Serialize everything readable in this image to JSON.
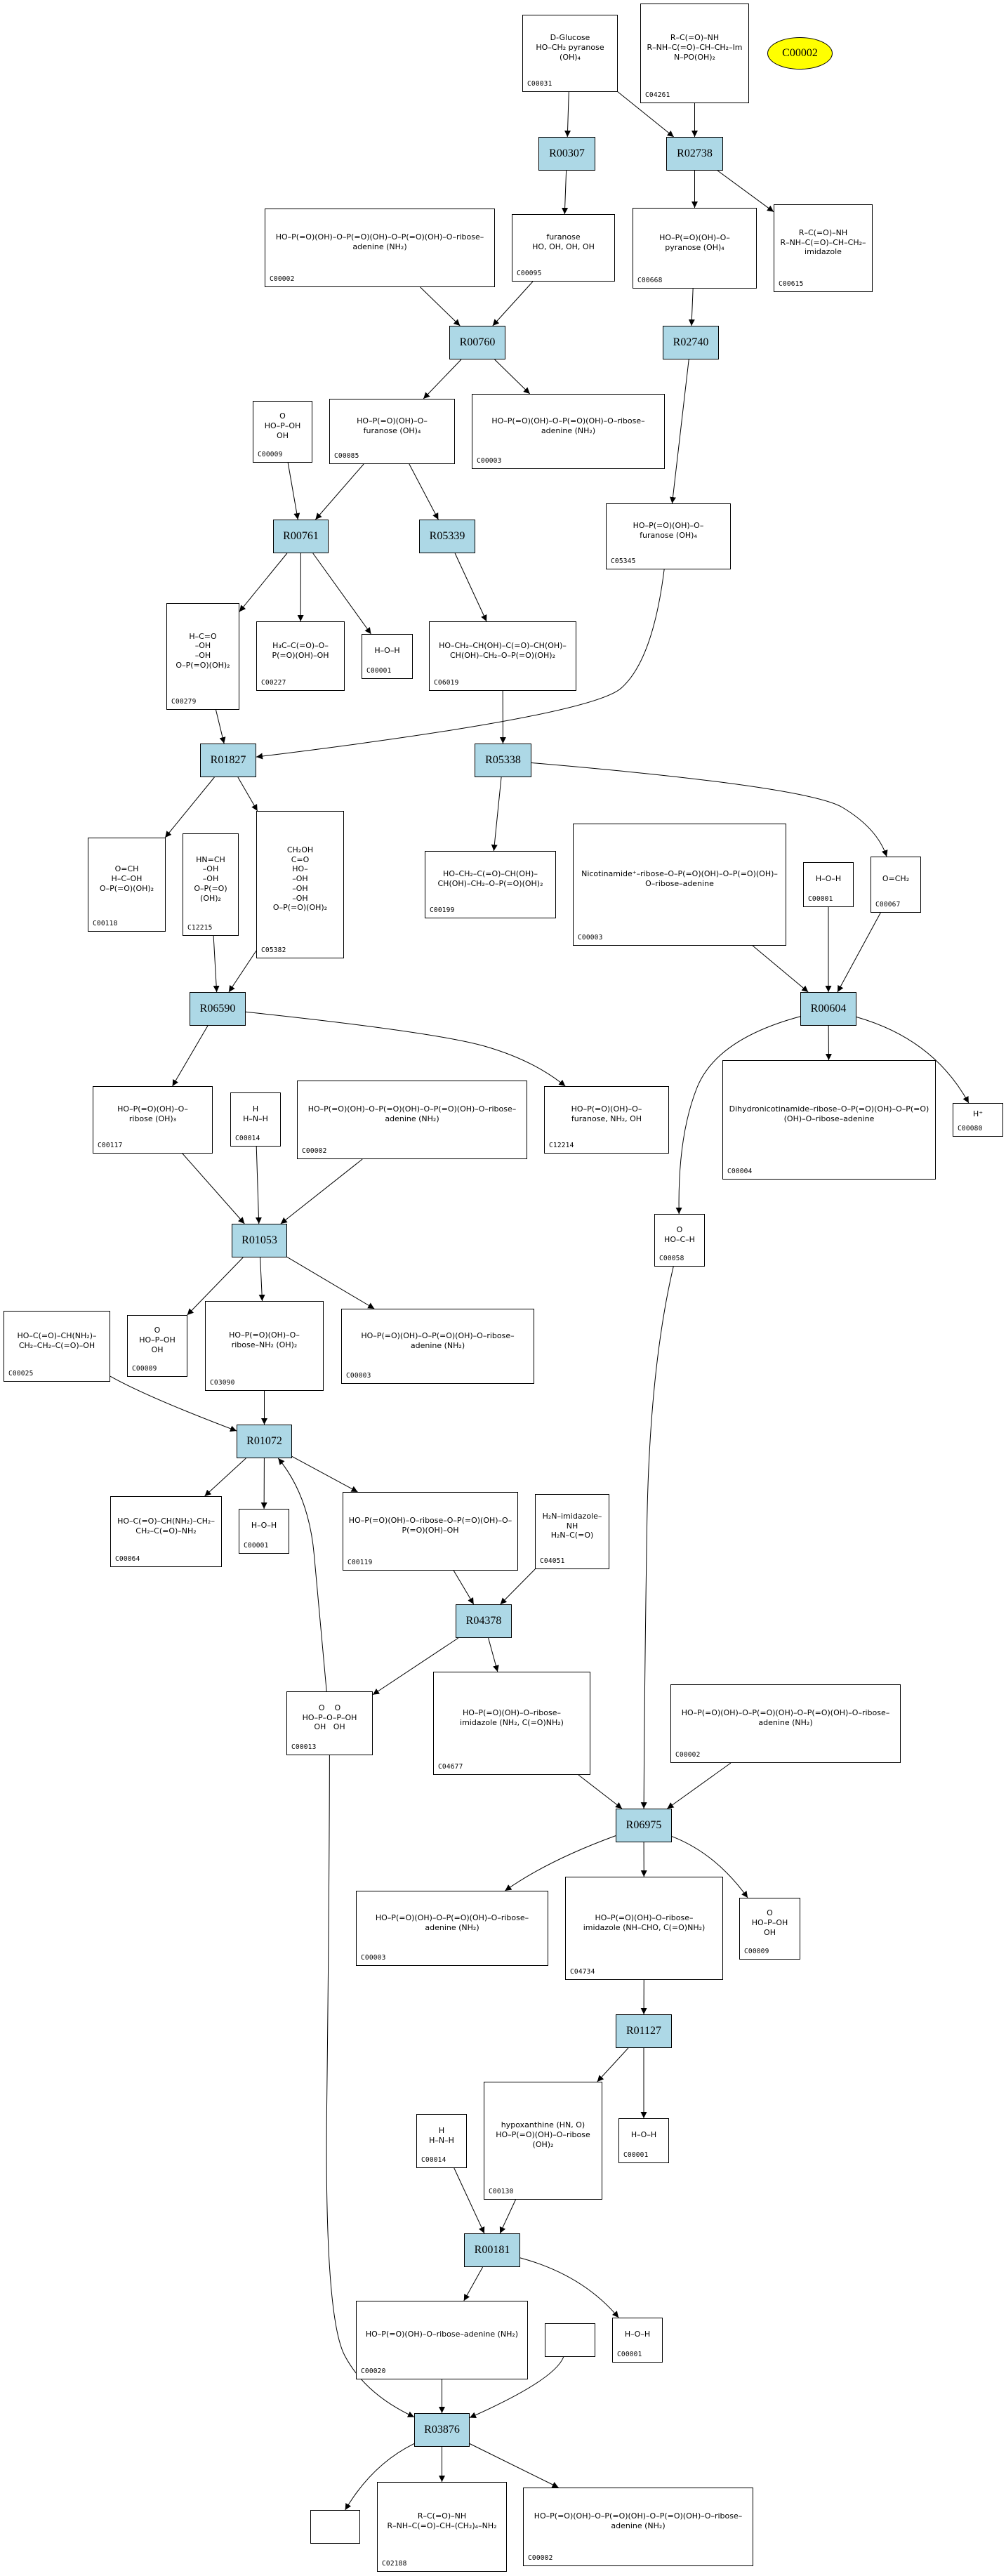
{
  "title": "Metabolic pathway graph",
  "legend_node": {
    "label": "C00002",
    "color": "#ffff00"
  },
  "colors": {
    "reaction_fill": "#add8e6",
    "compound_fill": "#ffffff",
    "highlight_fill": "#ffff00",
    "stroke": "#000000"
  },
  "reactions": [
    {
      "id": "R00307",
      "label": "R00307"
    },
    {
      "id": "R02738",
      "label": "R02738"
    },
    {
      "id": "R00760",
      "label": "R00760"
    },
    {
      "id": "R02740",
      "label": "R02740"
    },
    {
      "id": "R00761",
      "label": "R00761"
    },
    {
      "id": "R05339",
      "label": "R05339"
    },
    {
      "id": "R01827",
      "label": "R01827"
    },
    {
      "id": "R05338",
      "label": "R05338"
    },
    {
      "id": "R06590",
      "label": "R06590"
    },
    {
      "id": "R00604",
      "label": "R00604"
    },
    {
      "id": "R01053",
      "label": "R01053"
    },
    {
      "id": "R01072",
      "label": "R01072"
    },
    {
      "id": "R04378",
      "label": "R04378"
    },
    {
      "id": "R06975",
      "label": "R06975"
    },
    {
      "id": "R01127",
      "label": "R01127"
    },
    {
      "id": "R00181",
      "label": "R00181"
    },
    {
      "id": "R03876",
      "label": "R03876"
    }
  ],
  "compounds": [
    {
      "key": "c00031",
      "id": "C00031",
      "formula": "D-Glucose\nHO–CH₂ pyranose\n(OH)₄"
    },
    {
      "key": "c04261",
      "id": "C04261",
      "formula": "R–C(=O)–NH\nR–NH–C(=O)–CH–CH₂–Im\nN–PO(OH)₂"
    },
    {
      "key": "c00002a",
      "id": "C00002",
      "formula": "HO–P(=O)(OH)–O–P(=O)(OH)–O–P(=O)(OH)–O–ribose–adenine (NH₂)"
    },
    {
      "key": "c00095",
      "id": "C00095",
      "formula": "furanose\nHO, OH, OH, OH"
    },
    {
      "key": "c00668",
      "id": "C00668",
      "formula": "HO–P(=O)(OH)–O–\npyranose (OH)₄"
    },
    {
      "key": "c00615",
      "id": "C00615",
      "formula": "R–C(=O)–NH\nR–NH–C(=O)–CH–CH₂–imidazole"
    },
    {
      "key": "c00009a",
      "id": "C00009",
      "formula": "O\nHO–P–OH\nOH"
    },
    {
      "key": "c00085",
      "id": "C00085",
      "formula": "HO–P(=O)(OH)–O–\nfuranose (OH)₄"
    },
    {
      "key": "c00003a",
      "id": "C00003",
      "formula": "HO–P(=O)(OH)–O–P(=O)(OH)–O–ribose–adenine (NH₂)"
    },
    {
      "key": "c05345",
      "id": "C05345",
      "formula": "HO–P(=O)(OH)–O–\nfuranose (OH)₄"
    },
    {
      "key": "c00279",
      "id": "C00279",
      "formula": "H–C=O\n–OH\n–OH\nO–P(=O)(OH)₂"
    },
    {
      "key": "c00227",
      "id": "C00227",
      "formula": "H₃C–C(=O)–O–P(=O)(OH)–OH"
    },
    {
      "key": "c00001a",
      "id": "C00001",
      "formula": "H–O–H"
    },
    {
      "key": "c06019",
      "id": "C06019",
      "formula": "HO–CH₂–CH(OH)–C(=O)–CH(OH)–CH(OH)–CH₂–O–P(=O)(OH)₂"
    },
    {
      "key": "c00118",
      "id": "C00118",
      "formula": "O=CH\nH–C–OH\nO–P(=O)(OH)₂"
    },
    {
      "key": "c12215",
      "id": "C12215",
      "formula": "HN=CH\n–OH\n–OH\nO–P(=O)(OH)₂"
    },
    {
      "key": "c05382",
      "id": "C05382",
      "formula": "CH₂OH\nC=O\nHO–\n–OH\n–OH\n–OH\nO–P(=O)(OH)₂"
    },
    {
      "key": "c00199",
      "id": "C00199",
      "formula": "HO–CH₂–C(=O)–CH(OH)–CH(OH)–CH₂–O–P(=O)(OH)₂"
    },
    {
      "key": "c00003b",
      "id": "C00003",
      "formula": "Nicotinamide⁺–ribose–O–P(=O)(OH)–O–P(=O)(OH)–O–ribose–adenine"
    },
    {
      "key": "c00001b",
      "id": "C00001",
      "formula": "H–O–H"
    },
    {
      "key": "c00067",
      "id": "C00067",
      "formula": "O=CH₂"
    },
    {
      "key": "c12214",
      "id": "C12214",
      "formula": "HO–P(=O)(OH)–O–\nfuranose, NH₂, OH"
    },
    {
      "key": "c00004",
      "id": "C00004",
      "formula": "Dihydronicotinamide–ribose–O–P(=O)(OH)–O–P(=O)(OH)–O–ribose–adenine"
    },
    {
      "key": "c00080",
      "id": "C00080",
      "formula": "H⁺"
    },
    {
      "key": "c00058",
      "id": "C00058",
      "formula": "O\nHO–C–H"
    },
    {
      "key": "c00117",
      "id": "C00117",
      "formula": "HO–P(=O)(OH)–O–\nribose (OH)₃"
    },
    {
      "key": "c00014a",
      "id": "C00014",
      "formula": "H\nH–N–H"
    },
    {
      "key": "c00002b",
      "id": "C00002",
      "formula": "HO–P(=O)(OH)–O–P(=O)(OH)–O–P(=O)(OH)–O–ribose–adenine (NH₂)"
    },
    {
      "key": "c00025",
      "id": "C00025",
      "formula": "HO–C(=O)–CH(NH₂)–CH₂–CH₂–C(=O)–OH"
    },
    {
      "key": "c00009b",
      "id": "C00009",
      "formula": "O\nHO–P–OH\nOH"
    },
    {
      "key": "c03090",
      "id": "C03090",
      "formula": "HO–P(=O)(OH)–O–\nribose–NH₂ (OH)₂"
    },
    {
      "key": "c00003c",
      "id": "C00003",
      "formula": "HO–P(=O)(OH)–O–P(=O)(OH)–O–ribose–adenine (NH₂)"
    },
    {
      "key": "c00064",
      "id": "C00064",
      "formula": "HO–C(=O)–CH(NH₂)–CH₂–CH₂–C(=O)–NH₂"
    },
    {
      "key": "c00001c",
      "id": "C00001",
      "formula": "H–O–H"
    },
    {
      "key": "c00119",
      "id": "C00119",
      "formula": "HO–P(=O)(OH)–O–ribose–O–P(=O)(OH)–O–P(=O)(OH)–OH"
    },
    {
      "key": "c04051",
      "id": "C04051",
      "formula": "H₂N–imidazole–NH\nH₂N–C(=O)"
    },
    {
      "key": "c00013",
      "id": "C00013",
      "formula": "O    O\nHO–P–O–P–OH\nOH   OH"
    },
    {
      "key": "c04677",
      "id": "C04677",
      "formula": "HO–P(=O)(OH)–O–ribose–\nimidazole (NH₂, C(=O)NH₂)"
    },
    {
      "key": "c00002c",
      "id": "C00002",
      "formula": "HO–P(=O)(OH)–O–P(=O)(OH)–O–P(=O)(OH)–O–ribose–adenine (NH₂)"
    },
    {
      "key": "c00003d",
      "id": "C00003",
      "formula": "HO–P(=O)(OH)–O–P(=O)(OH)–O–ribose–adenine (NH₂)"
    },
    {
      "key": "c04734",
      "id": "C04734",
      "formula": "HO–P(=O)(OH)–O–ribose–\nimidazole (NH–CHO, C(=O)NH₂)"
    },
    {
      "key": "c00009c",
      "id": "C00009",
      "formula": "O\nHO–P–OH\nOH"
    },
    {
      "key": "c00130",
      "id": "C00130",
      "formula": "hypoxanthine (HN, O)\nHO–P(=O)(OH)–O–ribose (OH)₂"
    },
    {
      "key": "c00001d",
      "id": "C00001",
      "formula": "H–O–H"
    },
    {
      "key": "c00014b",
      "id": "C00014",
      "formula": "H\nH–N–H"
    },
    {
      "key": "c00020",
      "id": "C00020",
      "formula": "HO–P(=O)(OH)–O–ribose–adenine (NH₂)"
    },
    {
      "key": "c00001e",
      "id": "C00001",
      "formula": "H–O–H"
    },
    {
      "key": "c02188",
      "id": "C02188",
      "formula": "R–C(=O)–NH\nR–NH–C(=O)–CH–(CH₂)₄–NH₂"
    },
    {
      "key": "c00002d",
      "id": "C00002",
      "formula": "HO–P(=O)(OH)–O–P(=O)(OH)–O–P(=O)(OH)–O–ribose–adenine (NH₂)"
    }
  ],
  "empty_nodes": [
    "e1",
    "e2"
  ],
  "edges": [
    [
      "c00031",
      "R00307"
    ],
    [
      "c00031",
      "R02738"
    ],
    [
      "c04261",
      "R02738"
    ],
    [
      "R00307",
      "c00095"
    ],
    [
      "R02738",
      "c00668"
    ],
    [
      "R02738",
      "c00615"
    ],
    [
      "c00002a",
      "R00760"
    ],
    [
      "c00095",
      "R00760"
    ],
    [
      "c00668",
      "R02740"
    ],
    [
      "R00760",
      "c00085"
    ],
    [
      "R00760",
      "c00003a"
    ],
    [
      "R02740",
      "c05345"
    ],
    [
      "c00009a",
      "R00761"
    ],
    [
      "c00085",
      "R00761"
    ],
    [
      "c00085",
      "R05339"
    ],
    [
      "R00761",
      "c00279"
    ],
    [
      "R00761",
      "c00227"
    ],
    [
      "R00761",
      "c00001a"
    ],
    [
      "R05339",
      "c06019"
    ],
    [
      "c00279",
      "R01827"
    ],
    [
      "c05345",
      "R01827"
    ],
    [
      "c06019",
      "R05338"
    ],
    [
      "R01827",
      "c00118"
    ],
    [
      "R01827",
      "c05382"
    ],
    [
      "R05338",
      "c00199"
    ],
    [
      "R05338",
      "c00067"
    ],
    [
      "c12215",
      "R06590"
    ],
    [
      "c05382",
      "R06590"
    ],
    [
      "c00003b",
      "R00604"
    ],
    [
      "c00001b",
      "R00604"
    ],
    [
      "c00067",
      "R00604"
    ],
    [
      "R06590",
      "c00117"
    ],
    [
      "R06590",
      "c12214"
    ],
    [
      "R00604",
      "c00004"
    ],
    [
      "R00604",
      "c00080"
    ],
    [
      "R00604",
      "c00058"
    ],
    [
      "c00117",
      "R01053"
    ],
    [
      "c00014a",
      "R01053"
    ],
    [
      "c00002b",
      "R01053"
    ],
    [
      "R01053",
      "c00009b"
    ],
    [
      "R01053",
      "c03090"
    ],
    [
      "R01053",
      "c00003c"
    ],
    [
      "c00025",
      "R01072"
    ],
    [
      "c03090",
      "R01072"
    ],
    [
      "c00013",
      "R01072"
    ],
    [
      "R01072",
      "c00064"
    ],
    [
      "R01072",
      "c00001c"
    ],
    [
      "R01072",
      "c00119"
    ],
    [
      "c00119",
      "R04378"
    ],
    [
      "c04051",
      "R04378"
    ],
    [
      "R04378",
      "c00013"
    ],
    [
      "R04378",
      "c04677"
    ],
    [
      "c04677",
      "R06975"
    ],
    [
      "c00058",
      "R06975"
    ],
    [
      "c00002c",
      "R06975"
    ],
    [
      "R06975",
      "c00003d"
    ],
    [
      "R06975",
      "c04734"
    ],
    [
      "R06975",
      "c00009c"
    ],
    [
      "c04734",
      "R01127"
    ],
    [
      "R01127",
      "c00130"
    ],
    [
      "R01127",
      "c00001d"
    ],
    [
      "c00014b",
      "R00181"
    ],
    [
      "c00130",
      "R00181"
    ],
    [
      "R00181",
      "c00020"
    ],
    [
      "R00181",
      "c00001e"
    ],
    [
      "c00020",
      "R03876"
    ],
    [
      "e1",
      "R03876"
    ],
    [
      "c00013",
      "R03876"
    ],
    [
      "R03876",
      "e2"
    ],
    [
      "R03876",
      "c02188"
    ],
    [
      "R03876",
      "c00002d"
    ]
  ]
}
